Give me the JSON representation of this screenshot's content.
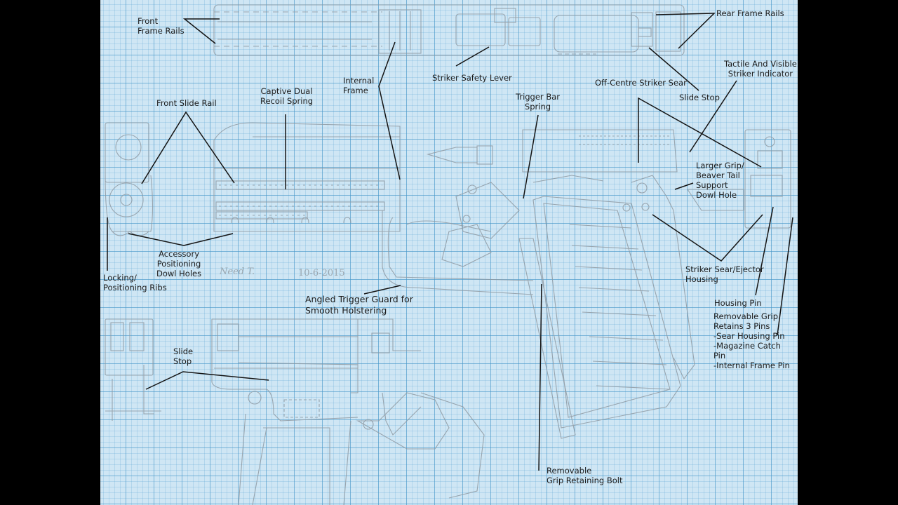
{
  "sheet": {
    "background_color": "#000000",
    "paper_color": "#cfe6f4",
    "grid_color": "#4696c8",
    "ink_color": "#1b1b1b",
    "pencil_color": "#8f9aa3"
  },
  "labels": {
    "front_frame_rails": "Front\nFrame Rails",
    "rear_frame_rails": "Rear Frame Rails",
    "striker_safety_lever": "Striker Safety Lever",
    "internal_frame": "Internal\nFrame",
    "off_centre_striker_sear": "Off-Centre Striker Sear",
    "slide_stop_top": "Slide Stop",
    "tactile_striker_indicator": "Tactile And Visible\nStriker Indicator",
    "trigger_bar_spring": "Trigger Bar\nSpring",
    "captive_dual_recoil_spring": "Captive Dual\nRecoil Spring",
    "front_slide_rail": "Front Slide Rail",
    "larger_grip_dowl_hole": "Larger Grip/\nBeaver Tail\nSupport\nDowl Hole",
    "accessory_dowl_holes": "Accessory\nPositioning\nDowl Holes",
    "locking_ribs": "Locking/\nPositioning Ribs",
    "angled_trigger_guard": "Angled Trigger Guard for\nSmooth Holstering",
    "striker_sear_ejector_housing": "Striker Sear/Ejector\nHousing",
    "housing_pin": "Housing Pin",
    "removable_grip_pins": "Removable Grip\nRetains 3 Pins\n-Sear Housing Pin\n-Magazine Catch\nPin\n-Internal Frame Pin",
    "slide_stop_bottom": "Slide\nStop",
    "removable_grip_bolt": "Removable\nGrip Retaining Bolt"
  },
  "handwriting": {
    "signature": "Need T.",
    "date": "10-6-2015"
  }
}
